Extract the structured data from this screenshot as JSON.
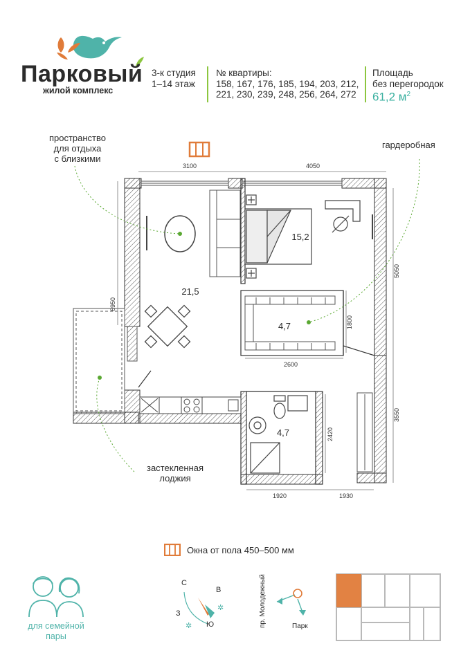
{
  "brand": {
    "name": "Парковый",
    "subtitle": "жилой комплекс",
    "colors": {
      "teal": "#4fb3a9",
      "orange": "#e07b39",
      "green": "#8cc63f"
    }
  },
  "header": {
    "unit_type": "3-к студия",
    "floors": "1–14 этаж",
    "apartments_label": "№ квартиры:",
    "apartments_line1": "158, 167, 176, 185, 194, 203, 212,",
    "apartments_line2": "221, 230, 239, 248, 256, 264, 272",
    "area_label_line1": "Площадь",
    "area_label_line2": "без перегородок",
    "area_value": "61,2 м",
    "area_unit_sup": "2"
  },
  "callouts": {
    "rest_line1": "пространство",
    "rest_line2": "для отдыха",
    "rest_line3": "с близкими",
    "wardrobe": "гардеробная",
    "loggia_line1": "застекленная",
    "loggia_line2": "лоджия"
  },
  "plan": {
    "rooms": {
      "living": "21,5",
      "bedroom": "15,2",
      "wardrobe": "4,7",
      "bathroom": "4,7"
    },
    "dimensions": {
      "top_left": "3100",
      "top_right": "4050",
      "left": "6950",
      "right_upper": "5050",
      "right_lower": "3550",
      "wardrobe_width": "2600",
      "wardrobe_depth": "1800",
      "bath_depth": "2420",
      "bottom_bath": "1920",
      "bottom_hall": "1930"
    }
  },
  "legend": {
    "windows_note": "Окна от пола 450–500 мм"
  },
  "footer": {
    "family_line1": "для семейной",
    "family_line2": "пары",
    "compass": {
      "n": "С",
      "e": "В",
      "w": "З",
      "s": "Ю"
    },
    "street": "пр. Молодежный",
    "park": "Парк"
  }
}
